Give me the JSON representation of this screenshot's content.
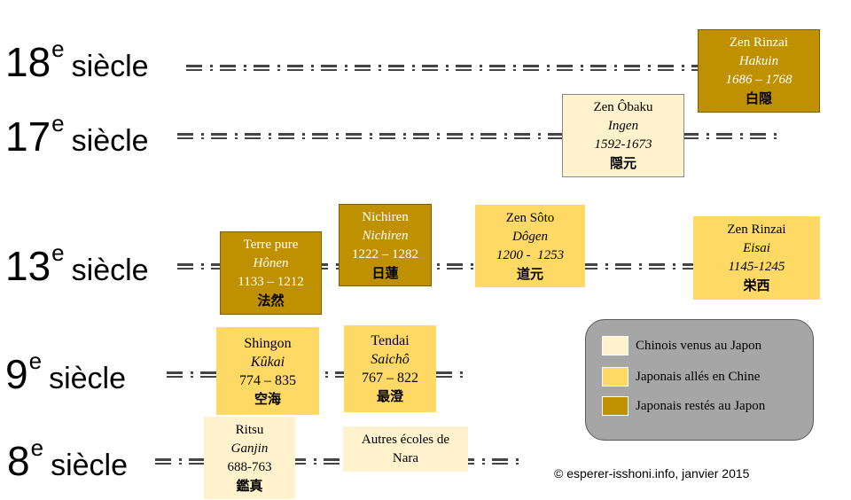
{
  "centuries": [
    {
      "num": "18",
      "sup": "e",
      "word": "siècle"
    },
    {
      "num": "17",
      "sup": "e",
      "word": "siècle"
    },
    {
      "num": "13",
      "sup": "e",
      "word": "siècle"
    },
    {
      "num": "9",
      "sup": "e",
      "word": "siècle"
    },
    {
      "num": "8",
      "sup": "e",
      "word": "siècle"
    }
  ],
  "boxes": {
    "rinzai18": {
      "school": "Zen Rinzai",
      "founder": "Hakuin",
      "dates": "1686 – 1768",
      "kanji": "白隠"
    },
    "obaku": {
      "school": "Zen Ôbaku",
      "founder": "Ingen",
      "dates": "1592-1673",
      "kanji": "隠元"
    },
    "terrepure": {
      "school": "Terre pure",
      "founder": "Hônen",
      "dates": "1133 – 1212",
      "kanji": "法然"
    },
    "nichiren": {
      "school": "Nichiren",
      "founder": "Nichiren",
      "dates": "1222 – 1282",
      "kanji": "日蓮"
    },
    "soto": {
      "school": "Zen Sôto",
      "founder": "Dôgen",
      "dates": "1200 -  1253",
      "kanji": "道元"
    },
    "rinzai13": {
      "school": "Zen Rinzai",
      "founder": "Eisai",
      "dates": "1145-1245",
      "kanji": "栄西"
    },
    "shingon": {
      "school": "Shingon",
      "founder": "Kûkai",
      "dates": "774 – 835",
      "kanji": "空海"
    },
    "tendai": {
      "school": "Tendai",
      "founder": "Saichô",
      "dates": "767 – 822",
      "kanji": "最澄"
    },
    "ritsu": {
      "school": "Ritsu",
      "founder": "Ganjin",
      "dates": "688-763",
      "kanji": "鑑真"
    },
    "nara": {
      "school": "Autres écoles de Nara"
    }
  },
  "legend": [
    {
      "label": "Chinois venus au Japon",
      "color": "#fff2cc"
    },
    {
      "label": "Japonais allés en Chine",
      "color": "#ffd966"
    },
    {
      "label": "Japonais restés au Japon",
      "color": "#bf9000"
    }
  ],
  "copyright": "© esperer-isshoni.info, janvier 2015"
}
